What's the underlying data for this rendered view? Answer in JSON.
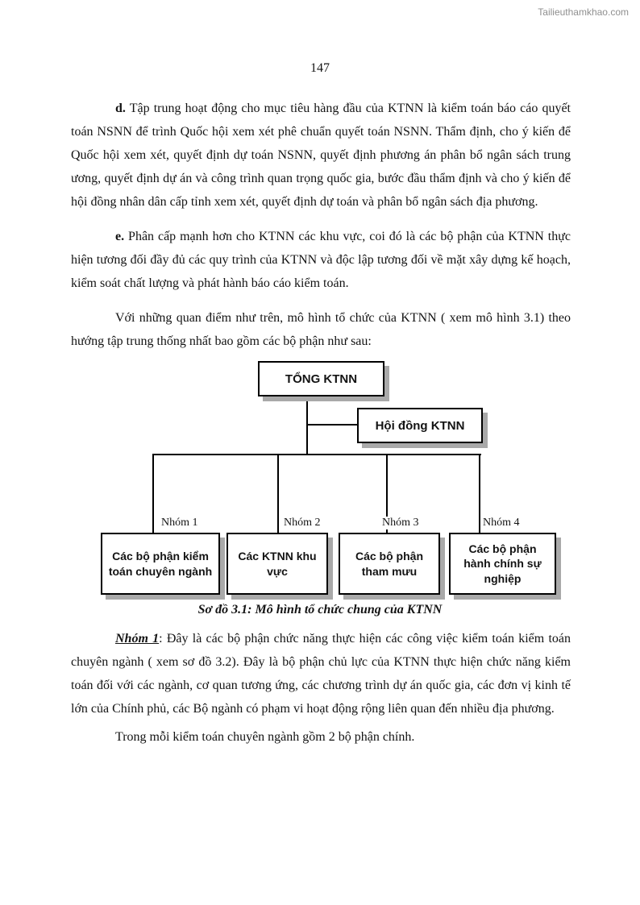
{
  "watermark": "Tailieuthamkhao.com",
  "page_number": "147",
  "colors": {
    "box_shadow": "#a9a9a9",
    "watermark_text": "#8f8f8f",
    "line": "#000000"
  },
  "paragraphs": {
    "d_label": "d.",
    "d_text": "Tập trung hoạt động cho mục tiêu hàng đầu của KTNN là kiểm toán báo cáo quyết toán NSNN để trình Quốc hội xem xét phê chuẩn quyết toán NSNN. Thẩm định, cho ý kiến để Quốc hội xem xét, quyết định dự toán NSNN, quyết định phương án phân bổ ngân sách trung ương, quyết định dự án và công trình quan trọng quốc gia, bước đầu thẩm định và cho ý kiến để hội đồng nhân dân cấp tỉnh xem xét, quyết định dự toán và phân bổ ngân sách địa phương.",
    "e_label": "e.",
    "e_text": "Phân cấp mạnh hơn cho KTNN các khu vực, coi đó là các bộ phận của KTNN thực hiện tương đối đầy đủ các quy trình của KTNN và độc lập tương đối về mặt xây dựng kế hoạch, kiểm soát chất lượng và phát hành báo cáo kiểm toán.",
    "intro_text": "Với những quan điểm như trên, mô hình tổ chức của KTNN ( xem mô hình 3.1) theo hướng tập trung thống nhất bao gồm các bộ phận như sau:"
  },
  "diagram": {
    "root_box": "TỔNG KTNN",
    "council_box": "Hội đồng KTNN",
    "groups": [
      {
        "label": "Nhóm 1",
        "box": "Các bộ phận kiểm toán chuyên ngành"
      },
      {
        "label": "Nhóm 2",
        "box": "Các KTNN khu vực"
      },
      {
        "label": "Nhóm 3",
        "box": "Các bộ phận tham mưu"
      },
      {
        "label": "Nhóm 4",
        "box": "Các bộ phận hành chính sự nghiệp"
      }
    ],
    "caption": "Sơ đồ 3.1:  Mô hình tổ chức chung của KTNN"
  },
  "group1": {
    "label": "Nhóm 1",
    "text": ": Đây là các bộ phận chức năng thực hiện các công việc kiểm toán kiểm toán chuyên ngành ( xem sơ đồ 3.2). Đây là bộ phận chủ lực của KTNN thực hiện chức năng kiểm toán đối với các ngành, cơ quan tương ứng, các chương trình dự án quốc gia, các đơn vị kinh tế lớn của Chính phủ, các Bộ ngành có phạm vi hoạt động rộng liên quan đến nhiều địa phương."
  },
  "closing_text": "Trong mỗi kiểm toán chuyên ngành gồm 2 bộ phận chính."
}
